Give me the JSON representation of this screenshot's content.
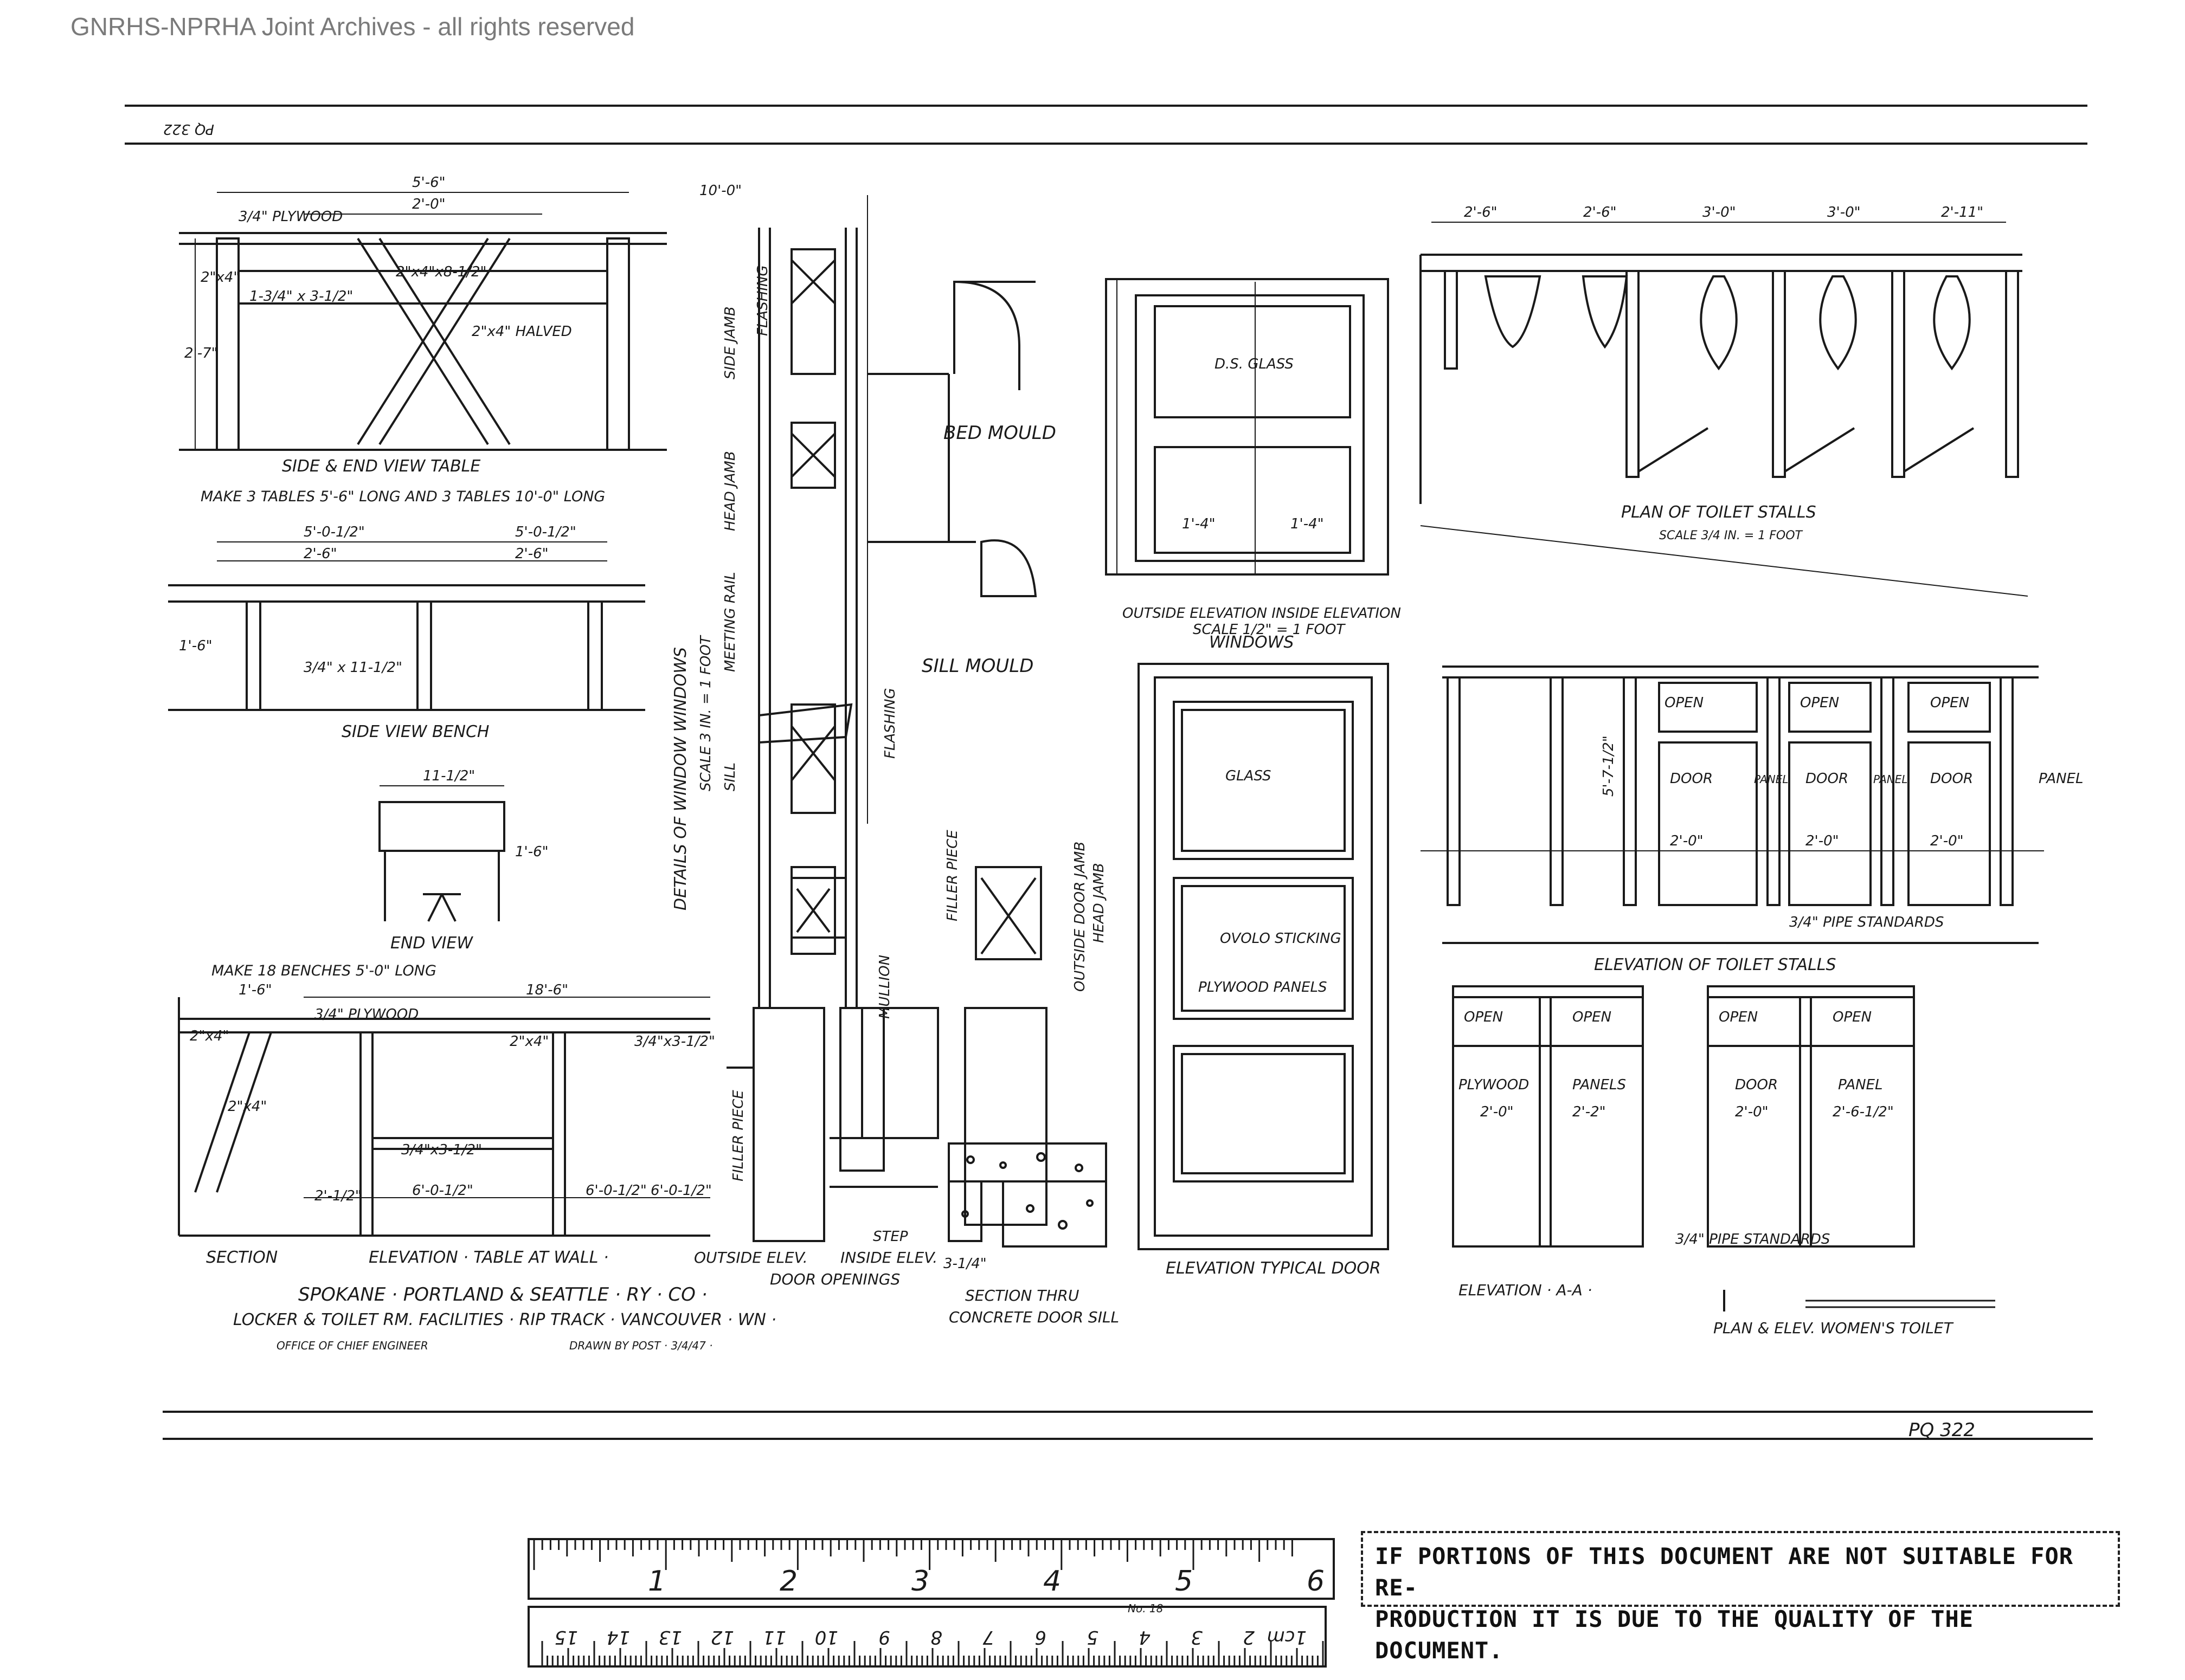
{
  "watermark": "GNRHS-NPRHA Joint Archives - all rights reserved",
  "sheet_number": "PQ 322",
  "sheet_number_top_mirrored": "PQ 322",
  "title_block": {
    "line1": "SPOKANE · PORTLAND & SEATTLE · RY · CO ·",
    "line2": "LOCKER & TOILET RM. FACILITIES · RIP TRACK · VANCOUVER · WN ·",
    "office": "OFFICE OF CHIEF ENGINEER",
    "drawn_by": "DRAWN BY POST · 3/4/47 ·"
  },
  "tables": {
    "title": "SIDE & END VIEW TABLE",
    "note": "MAKE 3 TABLES 5'-6\" LONG AND 3 TABLES 10'-0\" LONG",
    "dims": [
      "5'-6\"",
      "10'-0\"",
      "2'-0\"",
      "2'-7\""
    ],
    "labels": [
      "3/4\" PLYWOOD",
      "2\"x4\"",
      "1-3/4\" x 3-1/2\"",
      "2\"x4\" HALVED",
      "2\"x4\"x8-1/2\""
    ]
  },
  "bench": {
    "side_title": "SIDE VIEW BENCH",
    "end_title": "END VIEW",
    "note": "MAKE 18 BENCHES 5'-0\" LONG",
    "dims": [
      "5'-0-1/2\"",
      "5'-0-1/2\"",
      "2'-6\"",
      "2'-6\"",
      "1'-6\"",
      "11-1/2\"",
      "1'-6\""
    ],
    "labels": [
      "3/4\" x 11-1/2\""
    ]
  },
  "wall_table": {
    "section_title": "SECTION",
    "elev_title": "ELEVATION · TABLE AT WALL ·",
    "dims": [
      "1'-6\"",
      "18'-6\"",
      "6'-0-1/2\"",
      "6'-0-1/2\"",
      "6'-0-1/2\"",
      "2'-1/2\""
    ],
    "labels": [
      "3/4\" PLYWOOD",
      "2\"x4\"",
      "3/4\"x3-1/2\"",
      "3/4\"x3-1/2\"",
      "2\"x4\"",
      "2\"x4\""
    ]
  },
  "window_details": {
    "title": "DETAILS OF WINDOW WINDOWS",
    "scale": "SCALE 3 IN. = 1 FOOT",
    "labels": [
      "SIDE JAMB",
      "HEAD JAMB",
      "MEETING RAIL",
      "SILL",
      "MULLION",
      "FLASHING",
      "BED MOULD",
      "SILL MOULD",
      "FLASHING"
    ]
  },
  "windows": {
    "title": "WINDOWS",
    "caption": "OUTSIDE ELEVATION  INSIDE ELEVATION",
    "scale": "SCALE 1/2\" = 1 FOOT",
    "glass": "D.S. GLASS",
    "dims": [
      "1'-4\"",
      "1'-4\""
    ]
  },
  "door": {
    "title": "ELEVATION TYPICAL DOOR",
    "labels": [
      "GLASS",
      "OVOLO STICKING",
      "PLYWOOD PANELS"
    ]
  },
  "door_openings": {
    "outside": "OUTSIDE ELEV.",
    "inside": "INSIDE ELEV.",
    "title": "DOOR OPENINGS",
    "step": "STEP",
    "labels": [
      "FILLER PIECE",
      "FILLER PIECE",
      "OUTSIDE DOOR JAMB",
      "HEAD JAMB"
    ]
  },
  "sill": {
    "title1": "SECTION THRU",
    "title2": "CONCRETE DOOR SILL",
    "dims": [
      "3-1/4\""
    ]
  },
  "toilet_plan": {
    "title": "PLAN OF TOILET STALLS",
    "scale": "SCALE 3/4 IN. = 1 FOOT",
    "dims": [
      "2'-6\"",
      "2'-6\"",
      "3'-0\"",
      "3'-0\"",
      "2'-11\""
    ]
  },
  "toilet_elev": {
    "title": "ELEVATION OF TOILET STALLS",
    "labels": [
      "OPEN",
      "OPEN",
      "OPEN",
      "DOOR",
      "PANEL",
      "DOOR",
      "PANEL",
      "DOOR",
      "PANEL",
      "3/4\" PIPE STANDARDS"
    ],
    "dims": [
      "5'-7-1/2\"",
      "2'-0\"",
      "2'-0\"",
      "2'-0\""
    ]
  },
  "elev_aa": {
    "title": "ELEVATION · A-A ·",
    "labels": [
      "OPEN",
      "OPEN",
      "PLYWOOD",
      "PANELS"
    ],
    "dims": [
      "2'-0\"",
      "2'-2\""
    ]
  },
  "womens": {
    "title": "PLAN & ELEV. WOMEN'S TOILET",
    "labels": [
      "OPEN",
      "OPEN",
      "DOOR",
      "PANEL",
      "3/4\" PIPE STANDARDS"
    ],
    "dims": [
      "2'-0\"",
      "2'-6-1/2\""
    ]
  },
  "ruler": {
    "inches": [
      "1",
      "2",
      "3",
      "4",
      "5",
      "6"
    ],
    "cm": [
      "1cm",
      "2",
      "3",
      "4",
      "5",
      "6",
      "7",
      "8",
      "9",
      "10",
      "11",
      "12",
      "13",
      "14",
      "15"
    ],
    "model": "No. 18"
  },
  "stamp": {
    "line1": "IF PORTIONS OF THIS DOCUMENT ARE NOT SUITABLE FOR RE-",
    "line2": "PRODUCTION IT IS DUE TO THE QUALITY OF THE DOCUMENT."
  }
}
